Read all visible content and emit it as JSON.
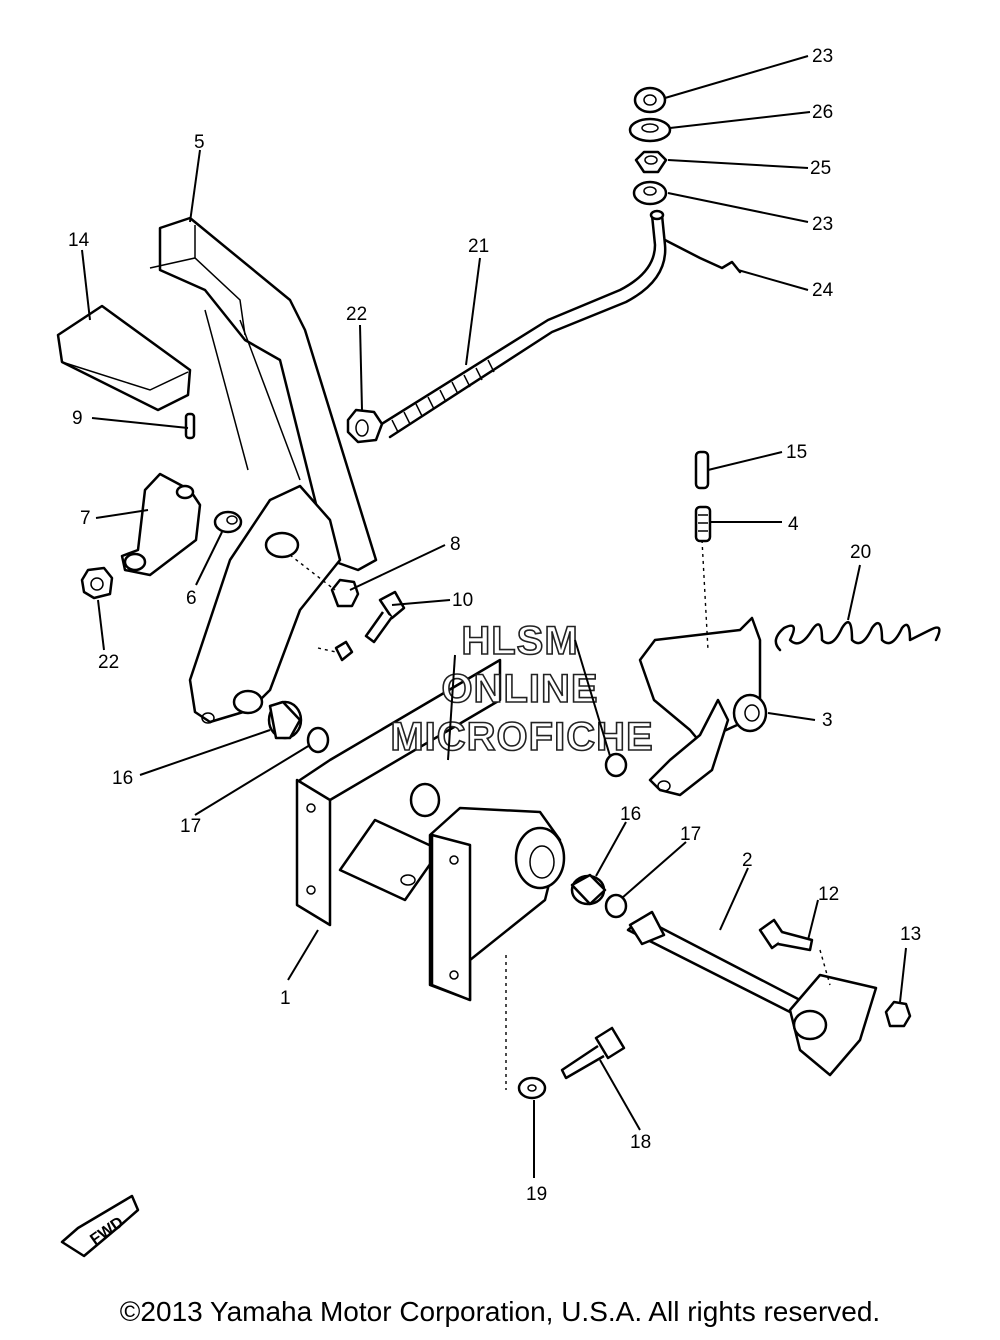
{
  "watermark": {
    "lines": [
      "HLSM",
      "ONLINE",
      "MICROFICHE"
    ]
  },
  "fwd_marker": "FWD",
  "copyright": "©2013 Yamaha Motor Corporation, U.S.A. All rights reserved.",
  "callouts": [
    {
      "id": "c23a",
      "label": "23"
    },
    {
      "id": "c26",
      "label": "26"
    },
    {
      "id": "c25",
      "label": "25"
    },
    {
      "id": "c23b",
      "label": "23"
    },
    {
      "id": "c24",
      "label": "24"
    },
    {
      "id": "c5",
      "label": "5"
    },
    {
      "id": "c21",
      "label": "21"
    },
    {
      "id": "c14",
      "label": "14"
    },
    {
      "id": "c22a",
      "label": "22"
    },
    {
      "id": "c9",
      "label": "9"
    },
    {
      "id": "c15",
      "label": "15"
    },
    {
      "id": "c4",
      "label": "4"
    },
    {
      "id": "c7",
      "label": "7"
    },
    {
      "id": "c8",
      "label": "8"
    },
    {
      "id": "c20",
      "label": "20"
    },
    {
      "id": "c6",
      "label": "6"
    },
    {
      "id": "c10",
      "label": "10"
    },
    {
      "id": "c22b",
      "label": "22"
    },
    {
      "id": "c3",
      "label": "3"
    },
    {
      "id": "c16a",
      "label": "16"
    },
    {
      "id": "c17a",
      "label": "17"
    },
    {
      "id": "c16b",
      "label": "16"
    },
    {
      "id": "c17b",
      "label": "17"
    },
    {
      "id": "c2",
      "label": "2"
    },
    {
      "id": "c12",
      "label": "12"
    },
    {
      "id": "c13",
      "label": "13"
    },
    {
      "id": "c1",
      "label": "1"
    },
    {
      "id": "c18",
      "label": "18"
    },
    {
      "id": "c19",
      "label": "19"
    }
  ]
}
